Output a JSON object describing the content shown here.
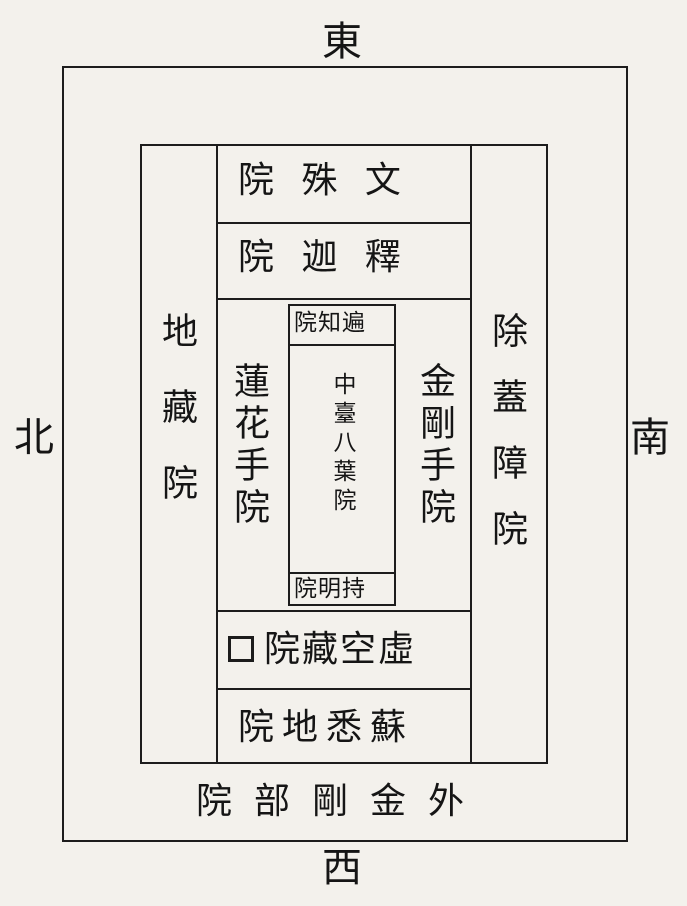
{
  "directions": {
    "east": "東",
    "west": "西",
    "north": "北",
    "south": "南"
  },
  "halls": {
    "outer_vajra": "院部剛金外",
    "manjushri": "院 殊 文",
    "shakyamuni": "院 迦 釋",
    "sarvanivarana": "除蓋障院",
    "kshitigarbha": "地藏院",
    "padmapani": "蓮花手院",
    "vajrapani": "金剛手院",
    "central_eight_petal": "中臺八葉院",
    "universal_knowledge": "院知遍",
    "vidyadhara": "院明持",
    "akashagarbha": "院藏空虛",
    "susiddhi": "院地悉蘇"
  },
  "symbols": {
    "blank_square": "□"
  }
}
